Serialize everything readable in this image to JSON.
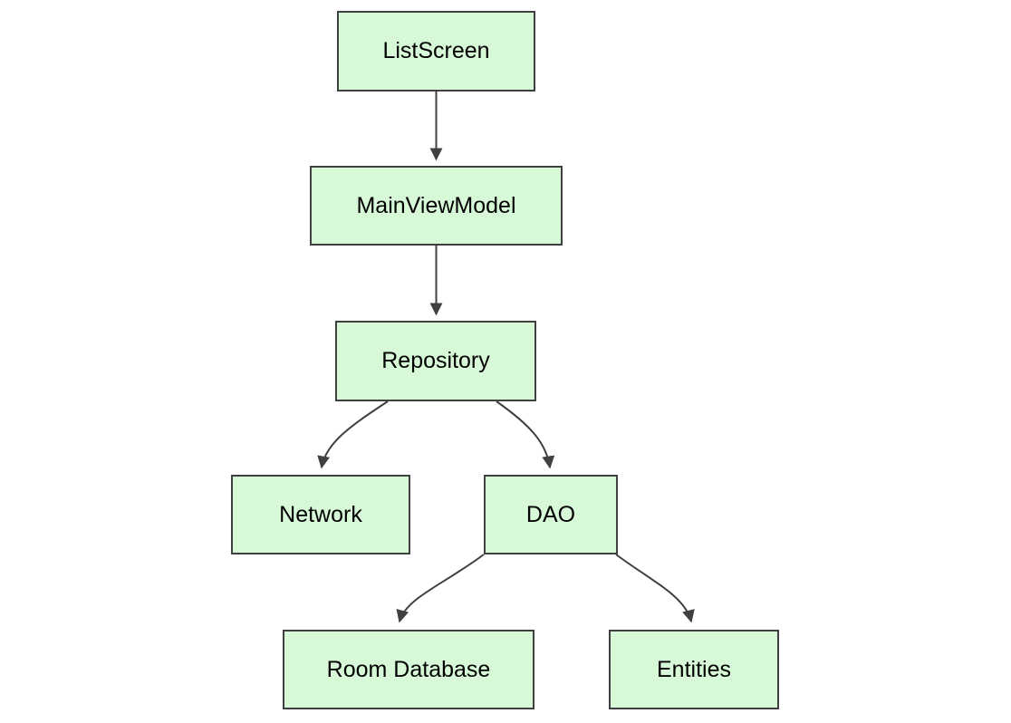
{
  "diagram": {
    "type": "flowchart",
    "direction": "top-down",
    "background_color": "#ffffff",
    "node_fill_color": "#d8f9d8",
    "node_border_color": "#404040",
    "edge_color": "#404040",
    "text_color": "#000000",
    "nodes": [
      {
        "id": "listscreen",
        "label": "ListScreen"
      },
      {
        "id": "mainviewmodel",
        "label": "MainViewModel"
      },
      {
        "id": "repository",
        "label": "Repository"
      },
      {
        "id": "network",
        "label": "Network"
      },
      {
        "id": "dao",
        "label": "DAO"
      },
      {
        "id": "roomdatabase",
        "label": "Room Database"
      },
      {
        "id": "entities",
        "label": "Entities"
      }
    ],
    "edges": [
      {
        "from": "listscreen",
        "to": "mainviewmodel",
        "style": "straight-arrow"
      },
      {
        "from": "mainviewmodel",
        "to": "repository",
        "style": "straight-arrow"
      },
      {
        "from": "repository",
        "to": "network",
        "style": "curved-arrow"
      },
      {
        "from": "repository",
        "to": "dao",
        "style": "curved-arrow"
      },
      {
        "from": "dao",
        "to": "roomdatabase",
        "style": "curved-arrow"
      },
      {
        "from": "dao",
        "to": "entities",
        "style": "curved-arrow"
      }
    ]
  }
}
